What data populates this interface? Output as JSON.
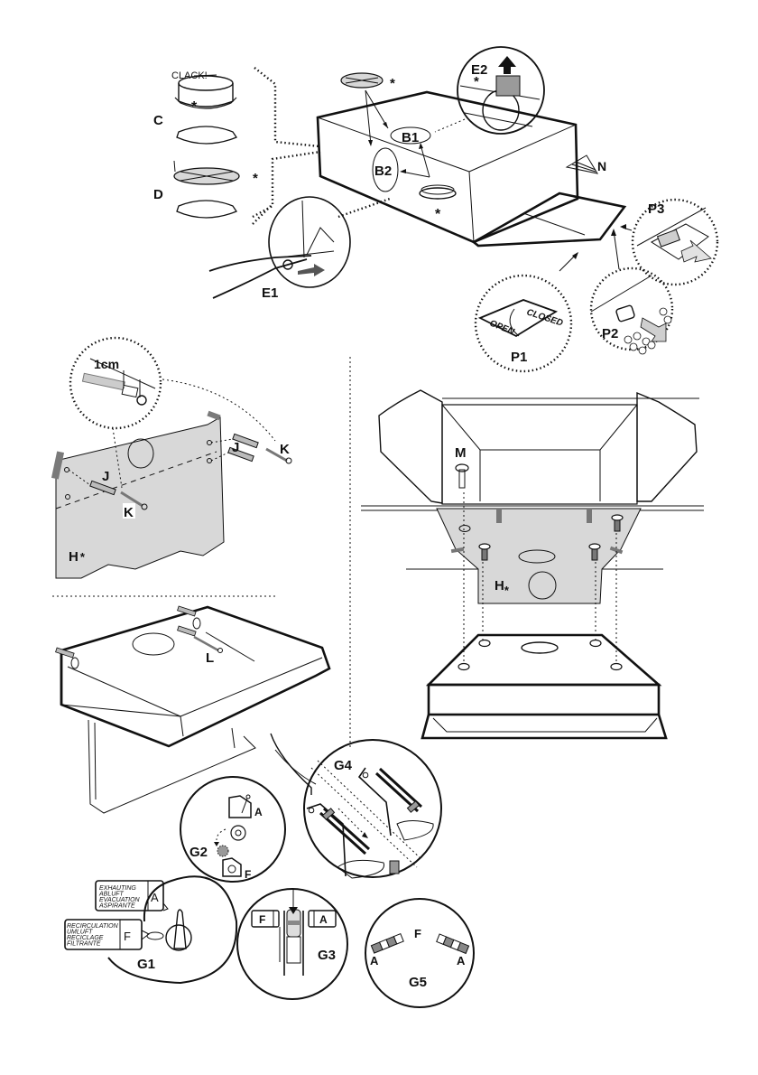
{
  "document": {
    "type": "installation-instructions-illustration-page",
    "panels": [
      {
        "id": "top-exploded",
        "labels": [
          "CLACK!",
          "C",
          "D",
          "B1",
          "B2",
          "E1",
          "E2",
          "N",
          "*",
          "*",
          "*",
          "*"
        ]
      },
      {
        "id": "filter-tabs",
        "labels": [
          "P1",
          "P2",
          "P3"
        ],
        "p1_texts": [
          "OPEN",
          "CLOSED"
        ]
      },
      {
        "id": "wall-mounting",
        "labels": [
          "1cm",
          "J",
          "J",
          "K",
          "K",
          "H*"
        ]
      },
      {
        "id": "cabinet-mounting",
        "labels": [
          "M",
          "H*"
        ]
      },
      {
        "id": "hood-on-wall",
        "labels": [
          "L"
        ]
      },
      {
        "id": "mode-switch",
        "labels": [
          "G1",
          "G2",
          "G3",
          "G4",
          "G5"
        ]
      }
    ]
  },
  "labels": {
    "clack": "CLACK!",
    "c": "C",
    "d": "D",
    "b1": "B1",
    "b2": "B2",
    "e1": "E1",
    "e2": "E2",
    "n": "N",
    "star": "*",
    "p1": "P1",
    "p2": "P2",
    "p3": "P3",
    "open": "OPEN",
    "closed": "CLOSED",
    "one_cm": "1cm",
    "j": "J",
    "k": "K",
    "h": "H",
    "m": "M",
    "l": "L",
    "g1": "G1",
    "g2": "G2",
    "g3": "G3",
    "g4": "G4",
    "g5": "G5",
    "a": "A",
    "f": "F"
  },
  "g1_panels": {
    "exhaust": {
      "lines": [
        "EXHAUTING",
        "ABLUFT",
        "EVACUATION",
        "ASPIRANTE"
      ],
      "letter": "A"
    },
    "recirc": {
      "lines": [
        "RECIRCULATION",
        "UMLUFT",
        "RECICLAGE",
        "FILTRANTE"
      ],
      "letter": "F"
    }
  },
  "colors": {
    "ink": "#111111",
    "shade": "#d8d8d8",
    "dark_shade": "#8a8a8a",
    "paper": "#ffffff"
  }
}
